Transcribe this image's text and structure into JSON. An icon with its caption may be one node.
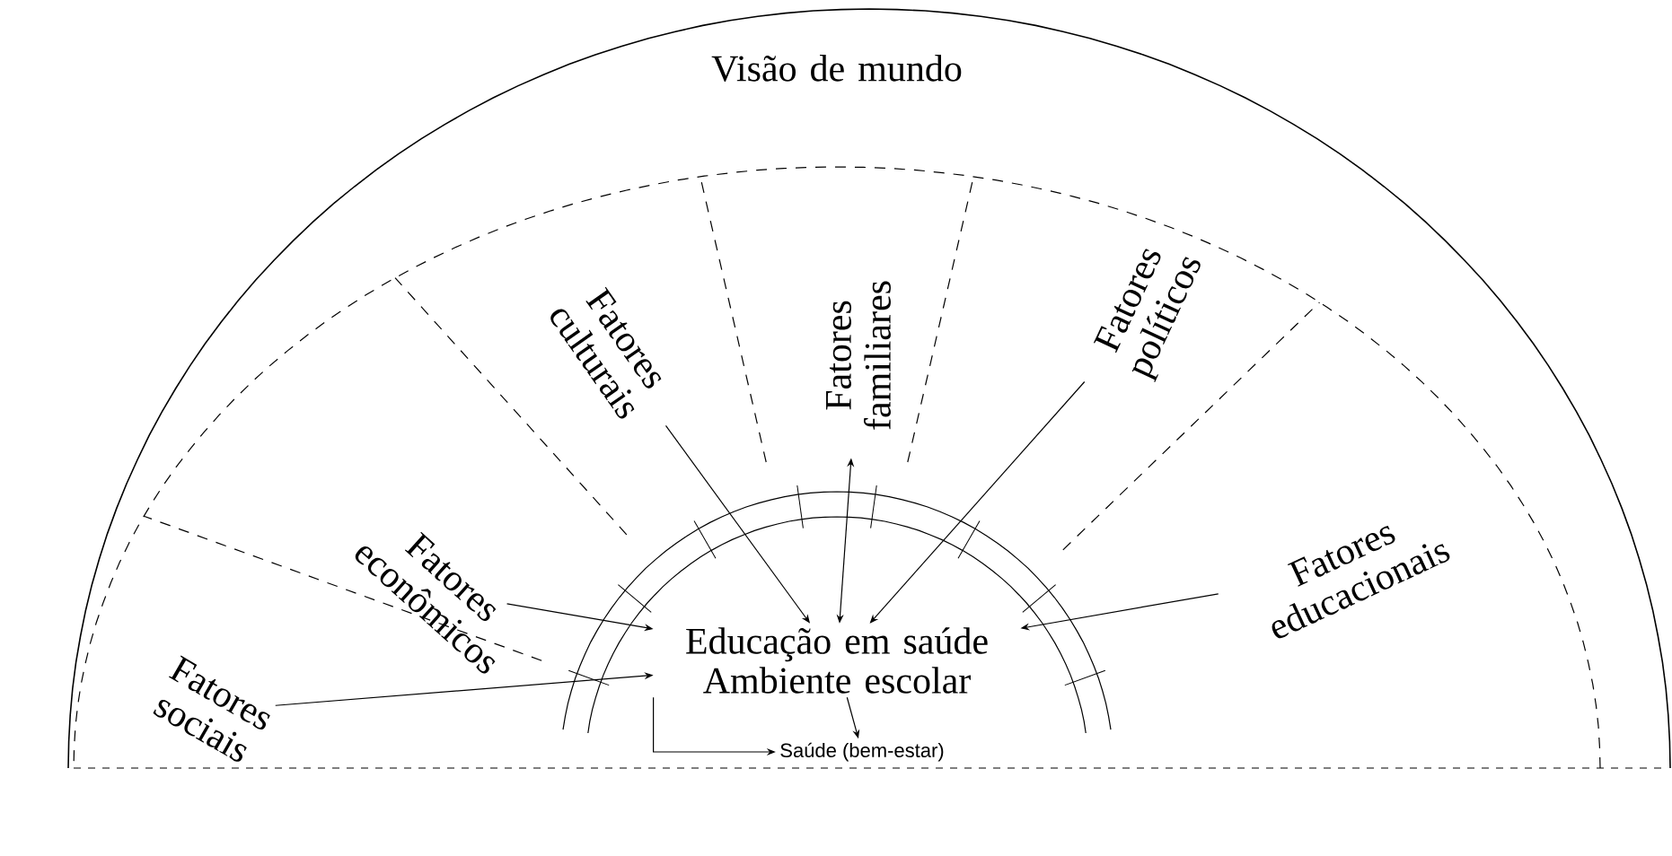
{
  "diagram": {
    "nodes": [
      {
        "text": [
          "Visão de mundo"
        ]
      },
      {
        "text": [
          "Fatores sociais"
        ],
        "in": 0
      },
      {
        "text": [
          "Fatores econômicos"
        ],
        "in": 0
      },
      {
        "text": [
          "Fatores culturais"
        ],
        "in": 0
      },
      {
        "text": [
          "Fatores familiares"
        ],
        "in": 0
      },
      {
        "text": [
          "Fatores políticos"
        ],
        "in": 0
      },
      {
        "text": [
          "Fatores educacionais"
        ],
        "in": 0
      },
      {
        "text": [
          "Educação em saúde",
          "Ambiente escolar"
        ],
        "in": 0
      },
      {
        "text": [
          "Saúde (bem-estar)"
        ],
        "in": 0
      }
    ],
    "edges": [
      {
        "from": 1,
        "to": 7,
        "arrow": "to"
      },
      {
        "from": 2,
        "to": 7,
        "arrow": "to"
      },
      {
        "from": 3,
        "to": 7,
        "arrow": "to"
      },
      {
        "from": 4,
        "to": 7,
        "arrow": "both"
      },
      {
        "from": 5,
        "to": 7,
        "arrow": "to"
      },
      {
        "from": 6,
        "to": 7,
        "arrow": "to"
      },
      {
        "from": 7,
        "to": 8,
        "arrow": "to"
      },
      {
        "from": 7,
        "to": 8,
        "arrow": "to"
      }
    ]
  }
}
